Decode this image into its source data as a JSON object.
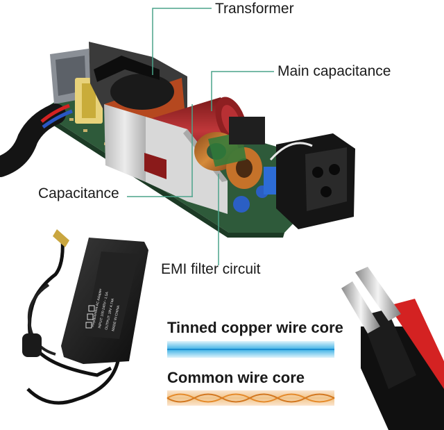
{
  "labels": {
    "transformer": "Transformer",
    "main_capacitance": "Main capacitance",
    "capacitance": "Capacitance",
    "emi_filter": "EMI filter circuit",
    "tinned_core": "Tinned copper wire core",
    "common_core": "Common wire core"
  },
  "adapter_label": {
    "line1": "Replacement AC Adapter",
    "line2": "INPUT: 100-240V~ 1.5A",
    "line3": "OUTPUT: 19V 4.74A",
    "line4": "MADE IN CHINA"
  },
  "colors": {
    "pcb": "#2e5a3a",
    "leader_line": "#4aa38a",
    "tinned_wire": "#3fb2e6",
    "common_wire": "#e58a2a",
    "cable_red": "#d42222"
  }
}
